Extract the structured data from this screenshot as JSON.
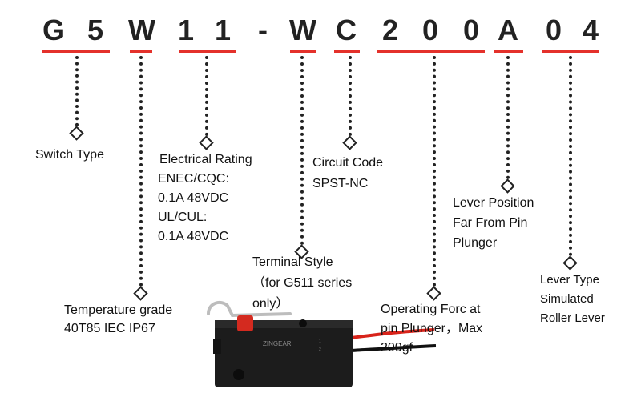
{
  "code": {
    "characters": [
      "G",
      "5",
      "W",
      "1",
      "1",
      "-",
      "W",
      "C",
      "2",
      "0",
      "0",
      "A",
      "0",
      "4"
    ],
    "accent_color": "#e4312b"
  },
  "labels": {
    "switch_type": "Switch Type",
    "electrical_rating": {
      "title": "Electrical Rating",
      "lines": [
        "ENEC/CQC:",
        "0.1A 48VDC",
        "UL/CUL:",
        "0.1A 48VDC"
      ]
    },
    "circuit_code": {
      "title": "Circuit Code",
      "value": "SPST-NC"
    },
    "lever_position": {
      "lines": [
        "Lever Position",
        "Far From Pin",
        "Plunger"
      ]
    },
    "terminal_style": {
      "lines": [
        "Terminal Style",
        "（for G511 series",
        "only）"
      ]
    },
    "temperature_grade": {
      "lines": [
        "Temperature grade",
        "40T85 IEC IP67"
      ]
    },
    "operating_force": {
      "lines": [
        "Operating Forc at",
        "pin Plunger，Max",
        "200gf"
      ]
    },
    "lever_type": {
      "lines": [
        "Lever Type",
        "Simulated",
        "Roller Lever"
      ]
    }
  },
  "product": {
    "brand_marking": "ZINGEAR",
    "colors": {
      "body": "#1c1c1c",
      "plunger": "#d42a1f",
      "wire_red": "#d8231a",
      "wire_black": "#111111",
      "lever": "#c9c9c9"
    }
  }
}
